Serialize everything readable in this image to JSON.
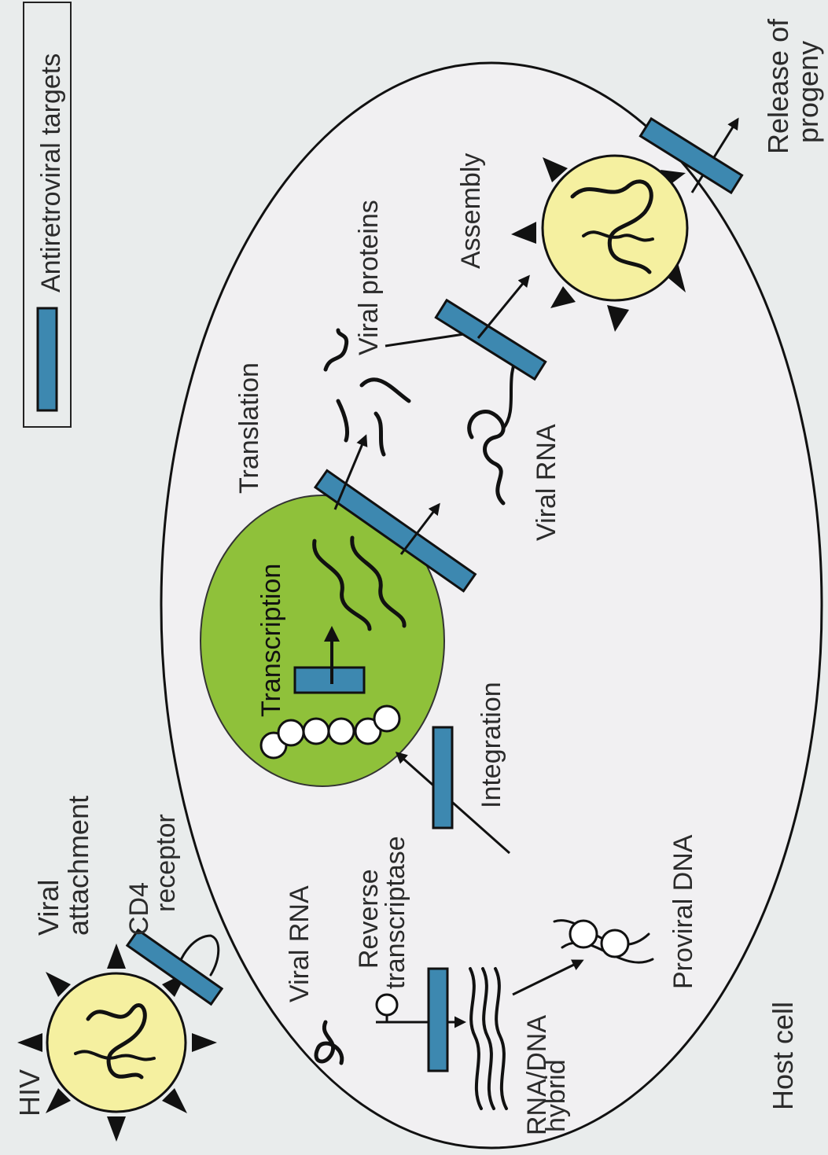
{
  "legend": {
    "label": "Antiretroviral targets"
  },
  "labels": {
    "hiv": "HIV",
    "viral_attachment_1": "Viral",
    "viral_attachment_2": "attachment",
    "cd4_1": "CD4",
    "cd4_2": "receptor",
    "viral_rna_entry": "Viral RNA",
    "reverse_transcriptase_1": "Reverse",
    "reverse_transcriptase_2": "transcriptase",
    "rna_dna_hybrid_1": "RNA/DNA",
    "rna_dna_hybrid_2": "hybrid",
    "proviral_dna": "Proviral DNA",
    "host_cell": "Host cell",
    "integration": "Integration",
    "transcription": "Transcription",
    "translation": "Translation",
    "viral_rna_cytoplasm": "Viral RNA",
    "viral_proteins": "Viral proteins",
    "assembly": "Assembly",
    "release_1": "Release of",
    "release_2": "progeny"
  },
  "colors": {
    "target_bar": "#3d88b0",
    "nucleus": "#8fc13a",
    "virion": "#f5f0a0",
    "host_cell": "#f1f0f2",
    "background": "#e9ecec"
  },
  "icons": {
    "legend_swatch": "blue-target-bar-icon",
    "virion": "spiked-sphere-icon"
  }
}
